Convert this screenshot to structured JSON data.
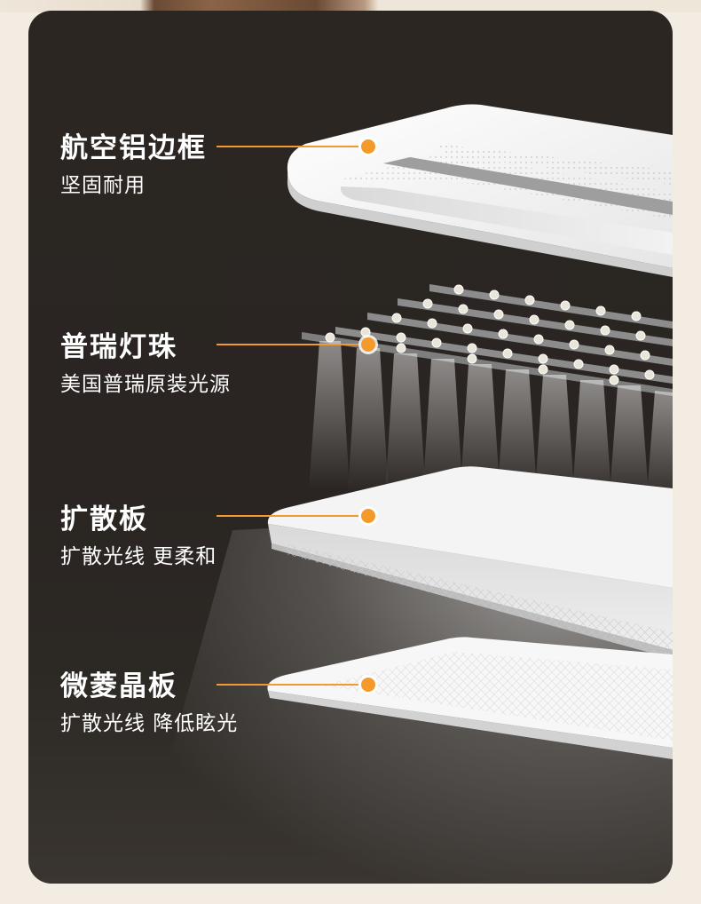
{
  "layers": [
    {
      "title": "航空铝边框",
      "subtitle": "坚固耐用"
    },
    {
      "title": "普瑞灯珠",
      "subtitle": "美国普瑞原装光源"
    },
    {
      "title": "扩散板",
      "subtitle": "扩散光线 更柔和"
    },
    {
      "title": "微菱晶板",
      "subtitle": "扩散光线 降低眩光"
    }
  ],
  "colors": {
    "accent": "#f39a2b",
    "panel_background": "#2b2622",
    "page_background": "#f3ece3"
  }
}
